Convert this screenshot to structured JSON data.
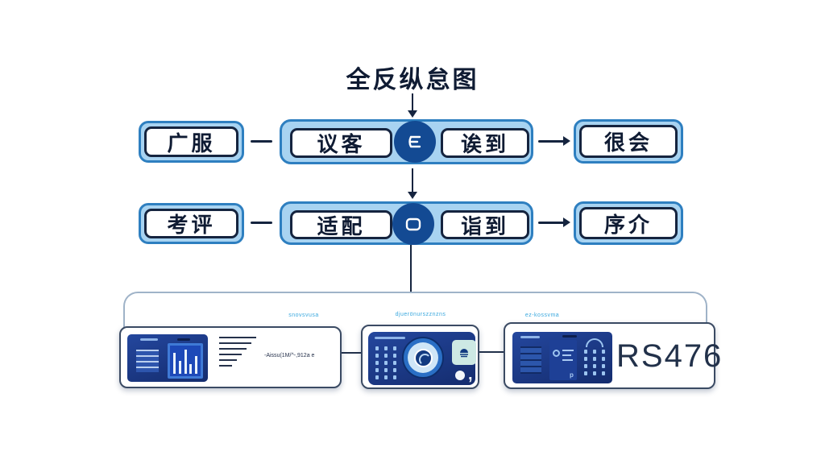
{
  "title": "全反纵怠图",
  "flow": {
    "row1": {
      "left": "广服",
      "mid_left": "议客",
      "mid_right": "诶到",
      "right": "很会"
    },
    "row2": {
      "left": "考评",
      "mid_left": "适配",
      "mid_right": "诣到",
      "right": "序介"
    }
  },
  "cards": {
    "labels": {
      "left": "snovsvusa",
      "middle": "djuerönurszznzns",
      "right": "ez-kossvma"
    },
    "left_note": "-Aissu(1M/^-,912a e",
    "right_code": "RS476",
    "comma_mark": ",",
    "p_mark": "p"
  },
  "colors": {
    "box_fill": "#a8d3f1",
    "box_border": "#2e7fc0",
    "ink": "#15243f",
    "circle_fill": "#134a93",
    "panel_navy": "#1b3c8c",
    "label_blue": "#3aa8de"
  },
  "icons": {
    "row1_circle": "list-lines-icon",
    "row2_circle": "screen-outline-icon",
    "middle_card_center": "lens-icon",
    "middle_card_right": "app-glyph-icon"
  }
}
